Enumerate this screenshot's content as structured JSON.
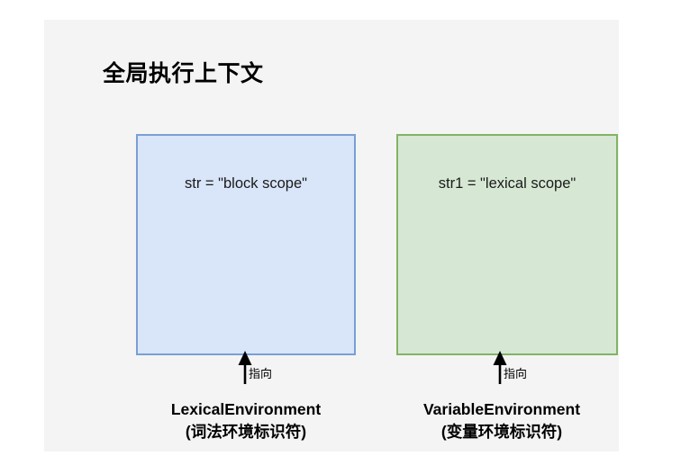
{
  "panel": {
    "title": "全局执行上下文",
    "background_color": "#f4f4f4"
  },
  "page": {
    "background_color": "#ffffff"
  },
  "diagram": {
    "type": "block-diagram",
    "nodes": [
      {
        "id": "lexical-environment",
        "box_text": "str = \"block scope\"",
        "caption_line1": "LexicalEnvironment",
        "caption_line2": "(词法环境标识符)",
        "fill_color": "#d9e5f8",
        "border_color": "#7a9fd4"
      },
      {
        "id": "variable-environment",
        "box_text": "str1 = \"lexical scope\"",
        "caption_line1": "VariableEnvironment",
        "caption_line2": "(变量环境标识符)",
        "fill_color": "#d6e8d4",
        "border_color": "#83b366"
      }
    ],
    "arrows": [
      {
        "id": "arrow-lexical",
        "label": "指向",
        "direction": "up",
        "color": "#000000"
      },
      {
        "id": "arrow-variable",
        "label": "指向",
        "direction": "up",
        "color": "#000000"
      }
    ]
  }
}
